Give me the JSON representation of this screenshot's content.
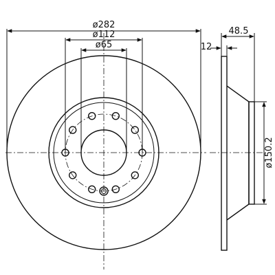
{
  "dimensions": {
    "outer_diameter": "ø282",
    "bolt_circle": "ø112",
    "center_bore": "ø65",
    "disc_thickness": "12",
    "overall_height": "48.5",
    "hat_diameter": "ø150.2"
  },
  "bolt_holes": 10
}
